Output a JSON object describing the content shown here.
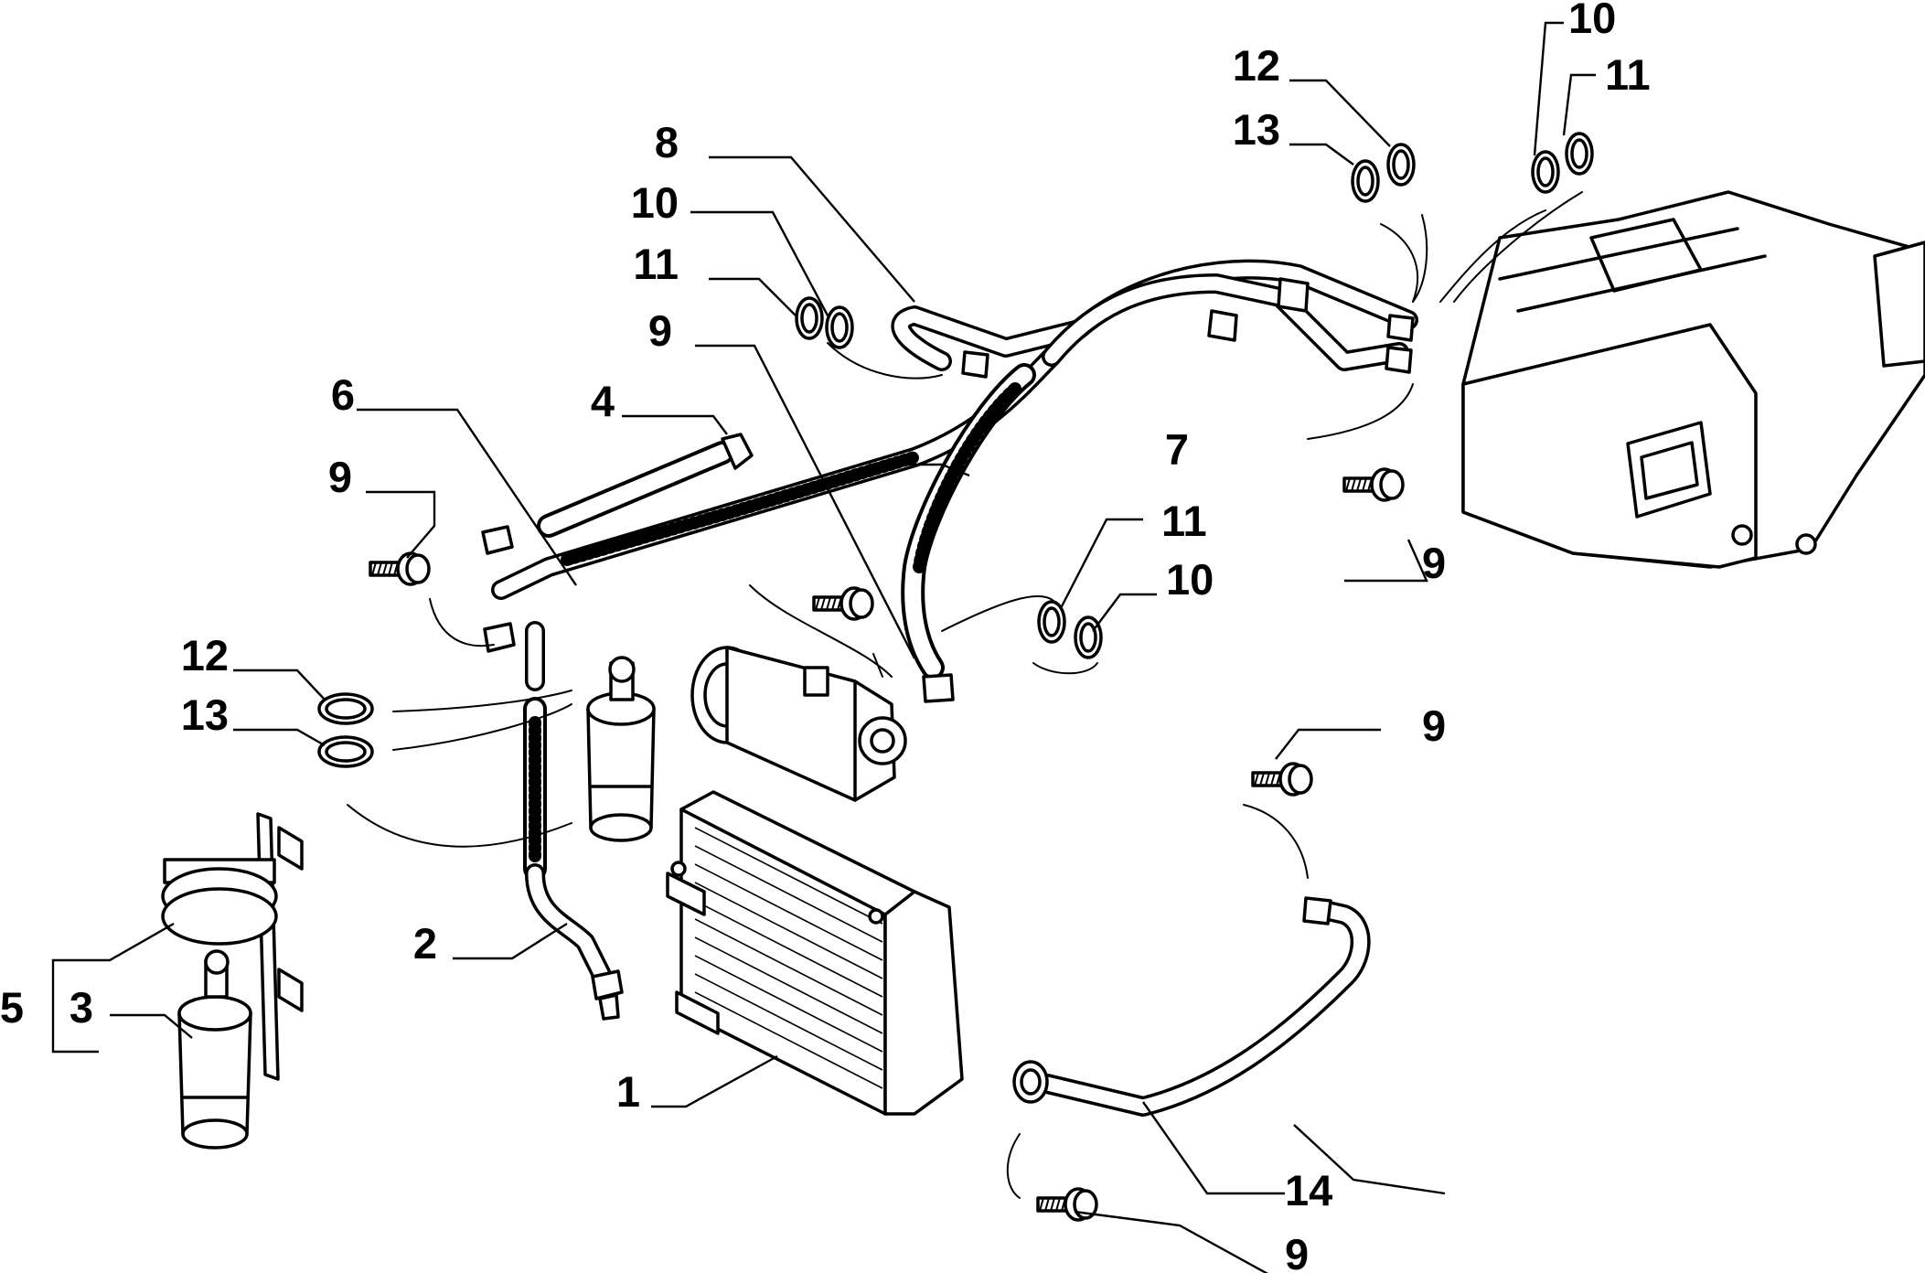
{
  "callouts": {
    "c1": "1",
    "c2": "2",
    "c3": "3",
    "c4": "4",
    "c5": "5",
    "c6": "6",
    "c7": "7",
    "c8": "8",
    "c9a": "9",
    "c9b": "9",
    "c9c": "9",
    "c9d": "9",
    "c9e": "9",
    "c10a": "10",
    "c10b": "10",
    "c10c": "10",
    "c11a": "11",
    "c11b": "11",
    "c11c": "11",
    "c12a": "12",
    "c12b": "12",
    "c13a": "13",
    "c13b": "13",
    "c14": "14"
  }
}
